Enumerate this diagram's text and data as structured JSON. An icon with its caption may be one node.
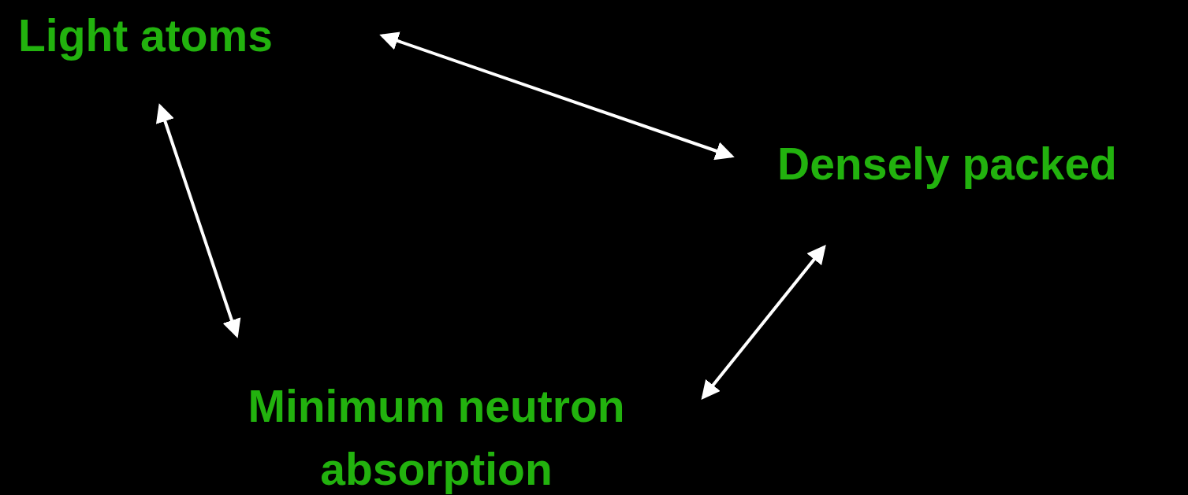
{
  "diagram": {
    "nodes": [
      {
        "text": [
          "Light atoms"
        ]
      },
      {
        "text": [
          "Densely packed"
        ]
      },
      {
        "text": [
          "Minimum neutron absorption"
        ]
      }
    ],
    "edges": [
      {
        "from": 0,
        "to": 1,
        "arrow": "both"
      },
      {
        "from": 0,
        "to": 2,
        "arrow": "both"
      },
      {
        "from": 2,
        "to": 1,
        "arrow": "both"
      }
    ]
  }
}
